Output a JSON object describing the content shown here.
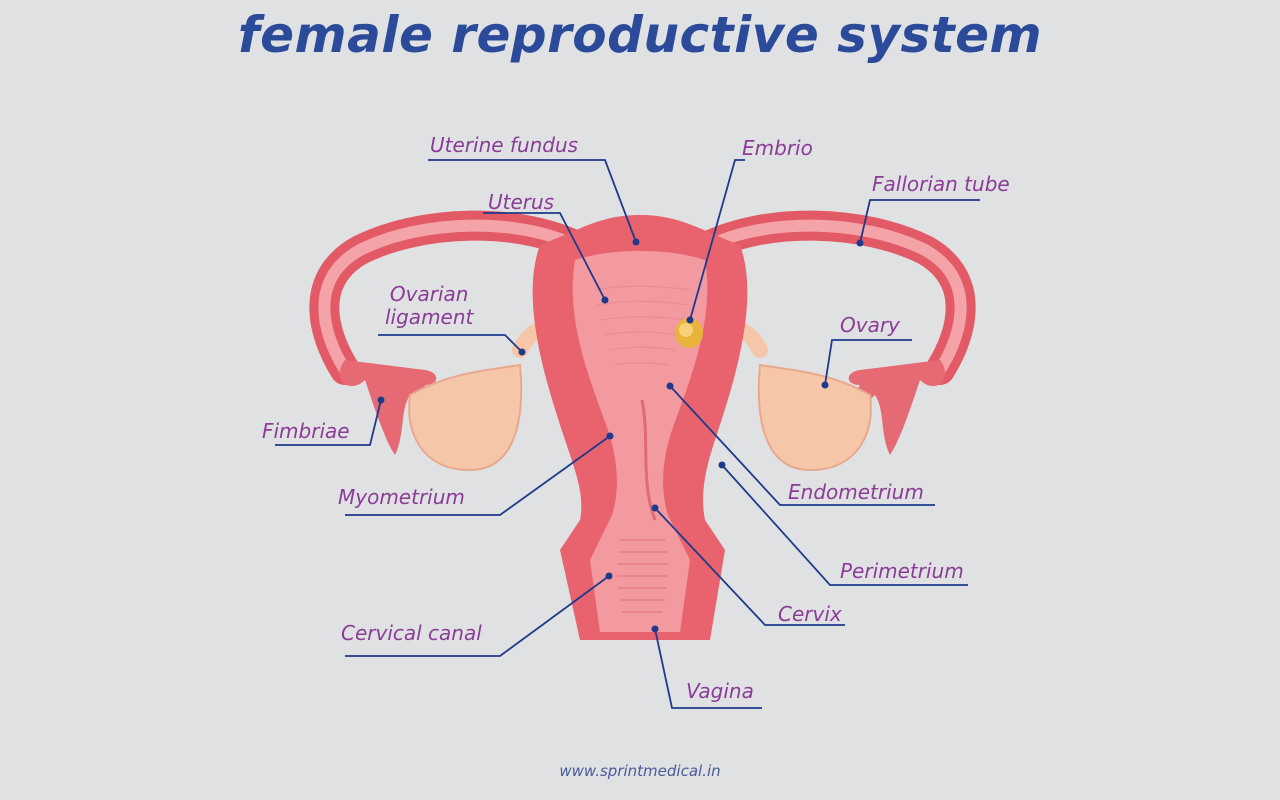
{
  "title": "female reproductive system",
  "labels": {
    "uterine_fundus": "Uterine fundus",
    "uterus": "Uterus",
    "embrio": "Embrio",
    "fallorian_tube": "Fallorian tube",
    "ovarian_ligament": "Ovarian\nligament",
    "ovary": "Ovary",
    "fimbriae": "Fimbriae",
    "myometrium": "Myometrium",
    "endometrium": "Endometrium",
    "perimetrium": "Perimetrium",
    "cervix": "Cervix",
    "cervical_canal": "Cervical canal",
    "vagina": "Vagina"
  },
  "footer": "www.sprintmedical.in",
  "colors": {
    "background": "#dfe1e3",
    "title": "#2b4a9a",
    "label_text": "#8a3c96",
    "leader_line": "#1f3a8a",
    "organ_outer": "#e25a66",
    "organ_inner": "#f29aa0",
    "ovary": "#f6c6a8",
    "embryo": "#e8b43a"
  }
}
